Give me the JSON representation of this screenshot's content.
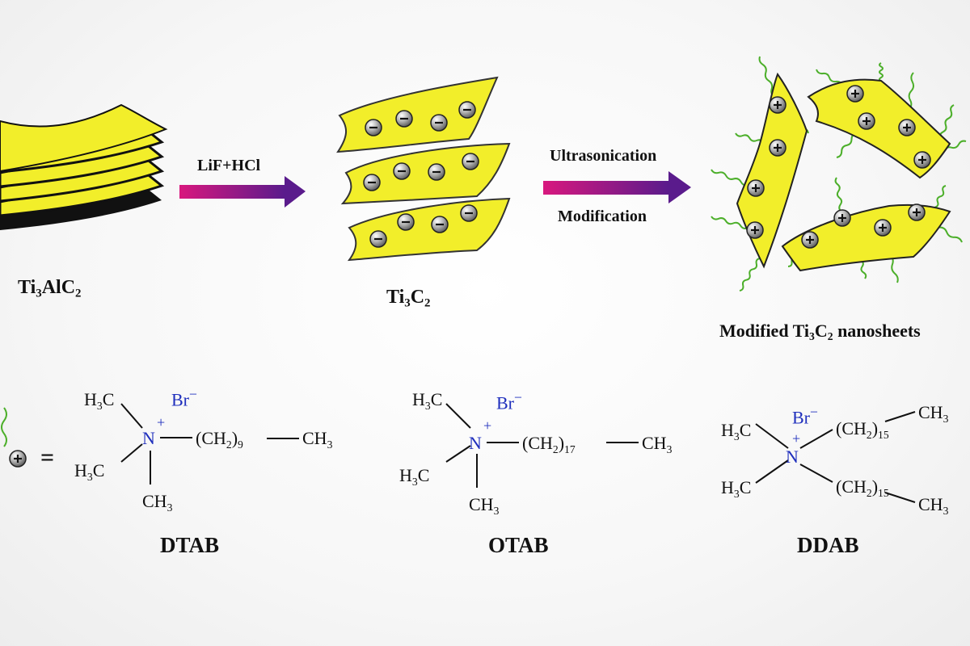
{
  "process": {
    "ti3alc2": {
      "base": "Ti",
      "s1": "3",
      "mid": "AlC",
      "s2": "2"
    },
    "step1": "LiF+HCl",
    "ti3c2": {
      "base": "Ti",
      "s1": "3",
      "mid": "C",
      "s2": "2"
    },
    "step2_top": "Ultrasonication",
    "step2_bottom": "Modification",
    "modified": {
      "pre": "Modified Ti",
      "s1": "3",
      "mid": "C",
      "s2": "2",
      "post": " nanosheets"
    }
  },
  "legend": {
    "equals": "="
  },
  "dtab": {
    "h3c_top": {
      "a": "H",
      "s": "3",
      "b": "C"
    },
    "br": "Br",
    "br_charge": "−",
    "plus": "+",
    "n": "N",
    "chain": {
      "a": "(CH",
      "s1": "2",
      "b": ")",
      "s2": "9"
    },
    "ch3_right": {
      "a": "CH",
      "s": "3"
    },
    "h3c_bottom": {
      "a": "H",
      "s": "3",
      "b": "C"
    },
    "ch3_bottom": {
      "a": "CH",
      "s": "3"
    },
    "name": "DTAB"
  },
  "otab": {
    "h3c_top": {
      "a": "H",
      "s": "3",
      "b": "C"
    },
    "br": "Br",
    "br_charge": "−",
    "plus": "+",
    "n": "N",
    "chain": {
      "a": "(CH",
      "s1": "2",
      "b": ")",
      "s2": "17"
    },
    "ch3_right": {
      "a": "CH",
      "s": "3"
    },
    "h3c_bottom": {
      "a": "H",
      "s": "3",
      "b": "C"
    },
    "ch3_bottom": {
      "a": "CH",
      "s": "3"
    },
    "name": "OTAB"
  },
  "ddab": {
    "h3c_top": {
      "a": "H",
      "s": "3",
      "b": "C"
    },
    "br": "Br",
    "br_charge": "−",
    "plus": "+",
    "n": "N",
    "chain_top": {
      "a": "(CH",
      "s1": "2",
      "b": ")",
      "s2": "15"
    },
    "ch3_top": {
      "a": "CH",
      "s": "3"
    },
    "h3c_bottom": {
      "a": "H",
      "s": "3",
      "b": "C"
    },
    "chain_bottom": {
      "a": "(CH",
      "s1": "2",
      "b": ")",
      "s2": "15"
    },
    "ch3_bottom": {
      "a": "CH",
      "s": "3"
    },
    "name": "DDAB"
  },
  "colors": {
    "sheet_yellow": "#f2ee2a",
    "sheet_edge": "#111111",
    "arrow_start": "#d8187e",
    "arrow_end": "#5a1b8c",
    "wave": "#4caf2a",
    "nitrogen": "#1f2fbd"
  }
}
